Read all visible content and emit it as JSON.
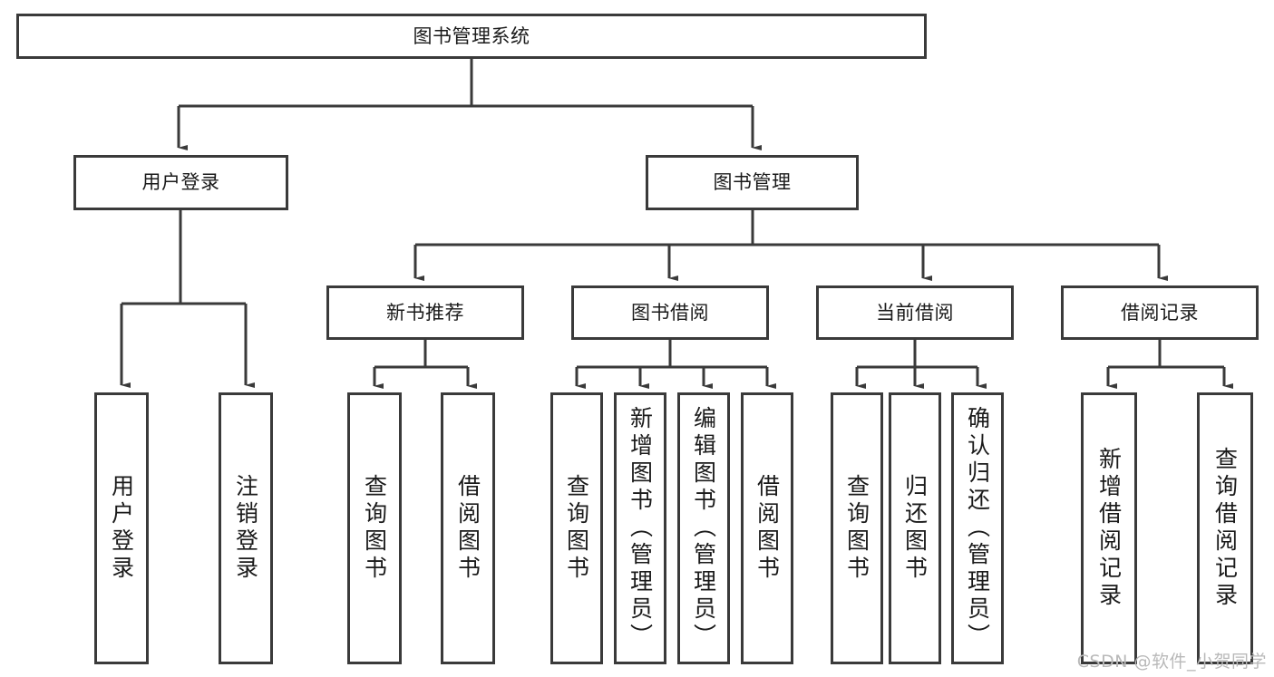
{
  "diagram": {
    "type": "tree-hierarchy",
    "title": "图书管理系统",
    "watermark": "CSDN @软件_小贺同学",
    "colors": {
      "border": "#3a3a3a",
      "background": "#ffffff",
      "text": "#1a1a1a",
      "watermark": "#b9b9b9"
    },
    "nodes": {
      "root": {
        "label": "图书管理系统"
      },
      "level1": [
        {
          "id": "user-login",
          "label": "用户登录"
        },
        {
          "id": "book-manage",
          "label": "图书管理"
        }
      ],
      "level2": [
        {
          "id": "new-book-rec",
          "label": "新书推荐"
        },
        {
          "id": "book-borrow",
          "label": "图书借阅"
        },
        {
          "id": "current-borrow",
          "label": "当前借阅"
        },
        {
          "id": "borrow-record",
          "label": "借阅记录"
        }
      ],
      "leaves": {
        "user-login": [
          {
            "id": "leaf-user-login",
            "label": "用户登录"
          },
          {
            "id": "leaf-user-logout",
            "label": "注销登录"
          }
        ],
        "new-book-rec": [
          {
            "id": "leaf-query-book-1",
            "label": "查询图书"
          },
          {
            "id": "leaf-borrow-book-1",
            "label": "借阅图书"
          }
        ],
        "book-borrow": [
          {
            "id": "leaf-query-book-2",
            "label": "查询图书"
          },
          {
            "id": "leaf-add-book",
            "label": "新增图书（管理员）"
          },
          {
            "id": "leaf-edit-book",
            "label": "编辑图书（管理员）"
          },
          {
            "id": "leaf-borrow-book-2",
            "label": "借阅图书"
          }
        ],
        "current-borrow": [
          {
            "id": "leaf-query-book-3",
            "label": "查询图书"
          },
          {
            "id": "leaf-return-book",
            "label": "归还图书"
          },
          {
            "id": "leaf-confirm-return",
            "label": "确认归还（管理员）"
          }
        ],
        "borrow-record": [
          {
            "id": "leaf-add-record",
            "label": "新增借阅记录"
          },
          {
            "id": "leaf-query-record",
            "label": "查询借阅记录"
          }
        ]
      }
    }
  }
}
